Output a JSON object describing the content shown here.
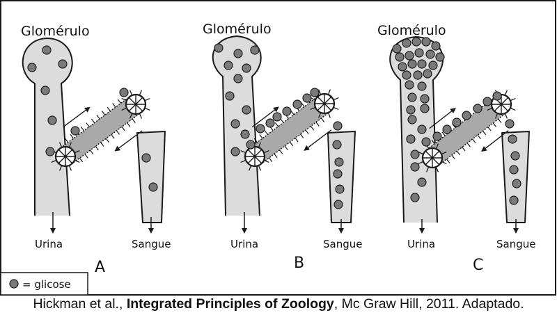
{
  "panels": [
    {
      "glomerulus_label": "Glomérulo",
      "letter": "A",
      "outlet_urine_label": "Urina",
      "outlet_blood_label": "Sangue"
    },
    {
      "glomerulus_label": "Glomérulo",
      "letter": "B",
      "outlet_urine_label": "Urina",
      "outlet_blood_label": "Sangue"
    },
    {
      "glomerulus_label": "Glomérulo",
      "letter": "C",
      "outlet_urine_label": "Urina",
      "outlet_blood_label": "Sangue"
    }
  ],
  "legend": {
    "text": "= glicose",
    "marker_name": "glucose-dot"
  },
  "credit": {
    "prefix": "Hickman et al., ",
    "book_title": "Integrated Principles of Zoology",
    "suffix": ", Mc Graw Hill, 2011. Adaptado."
  },
  "colors": {
    "tube_fill": "#dcdcdc",
    "dot_fill": "#7a7a7a",
    "outline": "#1a1a1a",
    "carrier_fill": "#a9a9a9"
  }
}
